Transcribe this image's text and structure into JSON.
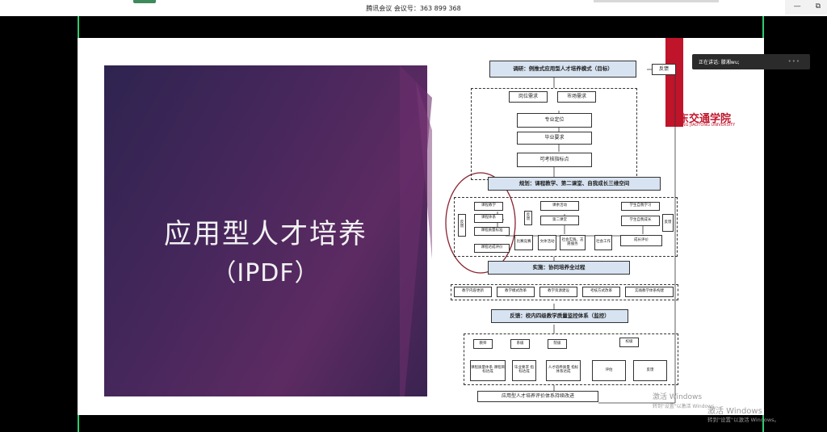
{
  "app": {
    "title": "腾讯会议 会议号：363 899 368",
    "controls": [
      "—",
      "⧉"
    ]
  },
  "speaker": {
    "label": "正在讲话: 滕湘wu;",
    "dots": "•••"
  },
  "slide": {
    "title": "应用型人才培养",
    "subtitle": "（IPDF）"
  },
  "logo": {
    "cn": "东交通学院",
    "en": "ONG JIAOTONG UNIVERSITY"
  },
  "flow": {
    "top_header": "调研：例推式应用型人才培养模式（目标）",
    "feedback_right": "反馈",
    "req_left": "岗位需求",
    "req_right": "市场需求",
    "step1": "专业定位",
    "step2": "毕业要求",
    "step3": "可考核指标点",
    "plan_header": "规划：课程教学、第二课堂、自我成长三维空间",
    "left_fb": "反馈",
    "c1": "课程教学",
    "c2": "课程体系",
    "c3": "课程质量标准",
    "c4": "课程达成评价",
    "m1": "课余活动",
    "m2": "第二课堂",
    "mid_fb": "反馈",
    "s1": "学生自我学习",
    "s2": "学生自我成长",
    "s3": "成长评价",
    "right_fb": "反馈",
    "a1": "比赛竞赛",
    "a2": "文体活动",
    "a3": "社会实践、志愿服务",
    "a4": "社会工作",
    "impl_header": "实施：协同培养全过程",
    "i1": "教学内容更新",
    "i2": "教学模式改革",
    "i3": "教学资源建设",
    "i4": "考核方式改革",
    "i5": "实践教学体系构建",
    "fb_header": "反馈：校内四级教学质量监控体系（监控）",
    "l1": "教师",
    "l2": "系级",
    "l3": "院级",
    "l4": "校级",
    "d1": "课程质量体系 课程目标达成",
    "d2": "毕业要求 指标达成",
    "d3": "人才培养质量 指标体系达成",
    "d4": "评估",
    "d5": "反馈",
    "bottom": "应用型人才培养评价体系持续改进"
  },
  "watermarks": {
    "a1": "激活 Windows",
    "a2": "转到\"设置\"以激活 Windows。",
    "b1": "激活 Windows",
    "b2": "转到\"设置\"以激活 Windows。"
  }
}
